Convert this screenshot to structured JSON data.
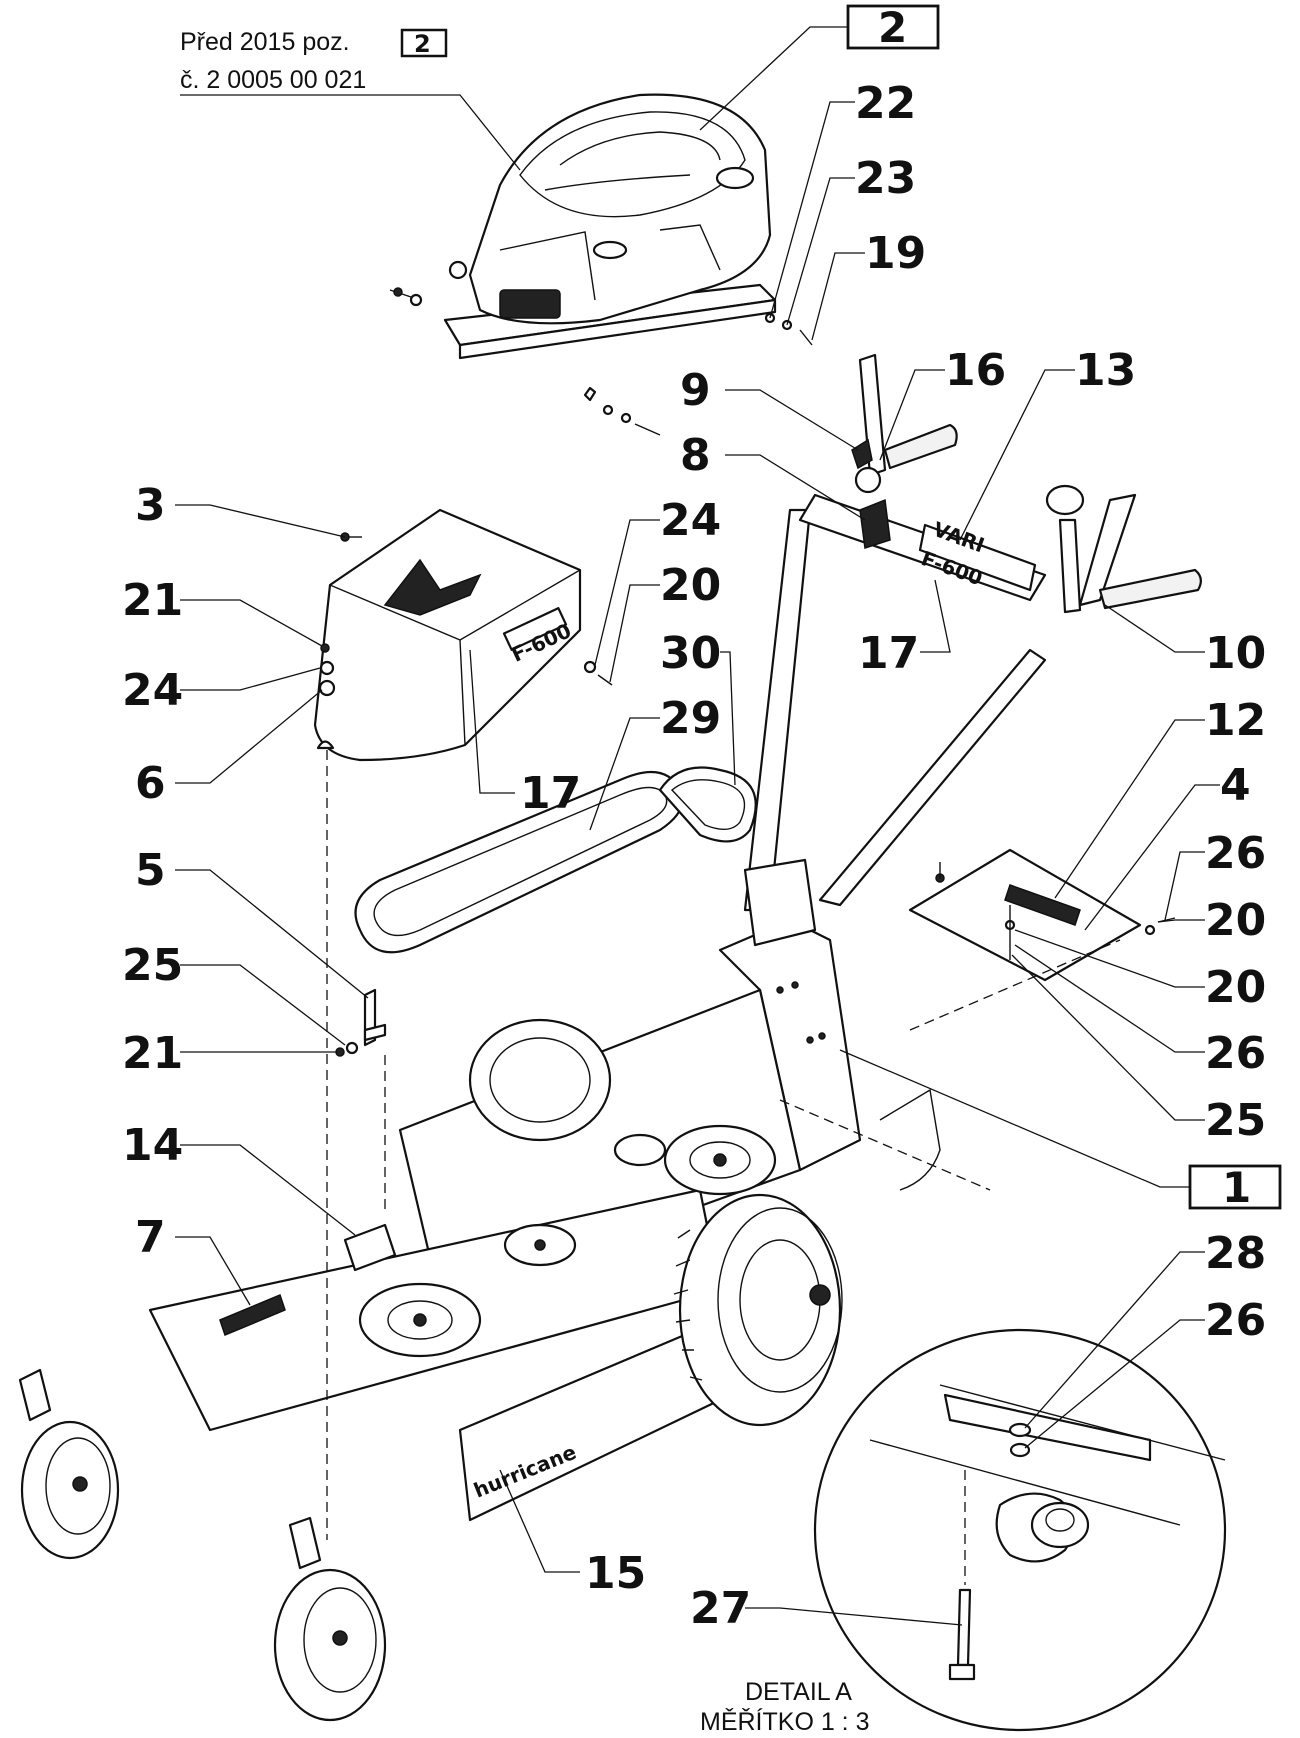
{
  "note": {
    "line1": "Před 2015 poz.",
    "line2": "č. 2 0005 00 021",
    "boxed_ref": "2"
  },
  "boxed_callouts": [
    "2",
    "1"
  ],
  "callouts": [
    "22",
    "23",
    "19",
    "9",
    "16",
    "13",
    "8",
    "3",
    "24",
    "21",
    "20",
    "30",
    "29",
    "17",
    "10",
    "12",
    "4",
    "26",
    "5",
    "25",
    "14",
    "7",
    "28",
    "15",
    "27",
    "6"
  ],
  "detail": {
    "title": "DETAIL A",
    "scale": "MĚŘÍTKO 1 : 3"
  },
  "brand_labels": {
    "handle": "VARI",
    "model": "F-600",
    "deck": "hurricane"
  }
}
